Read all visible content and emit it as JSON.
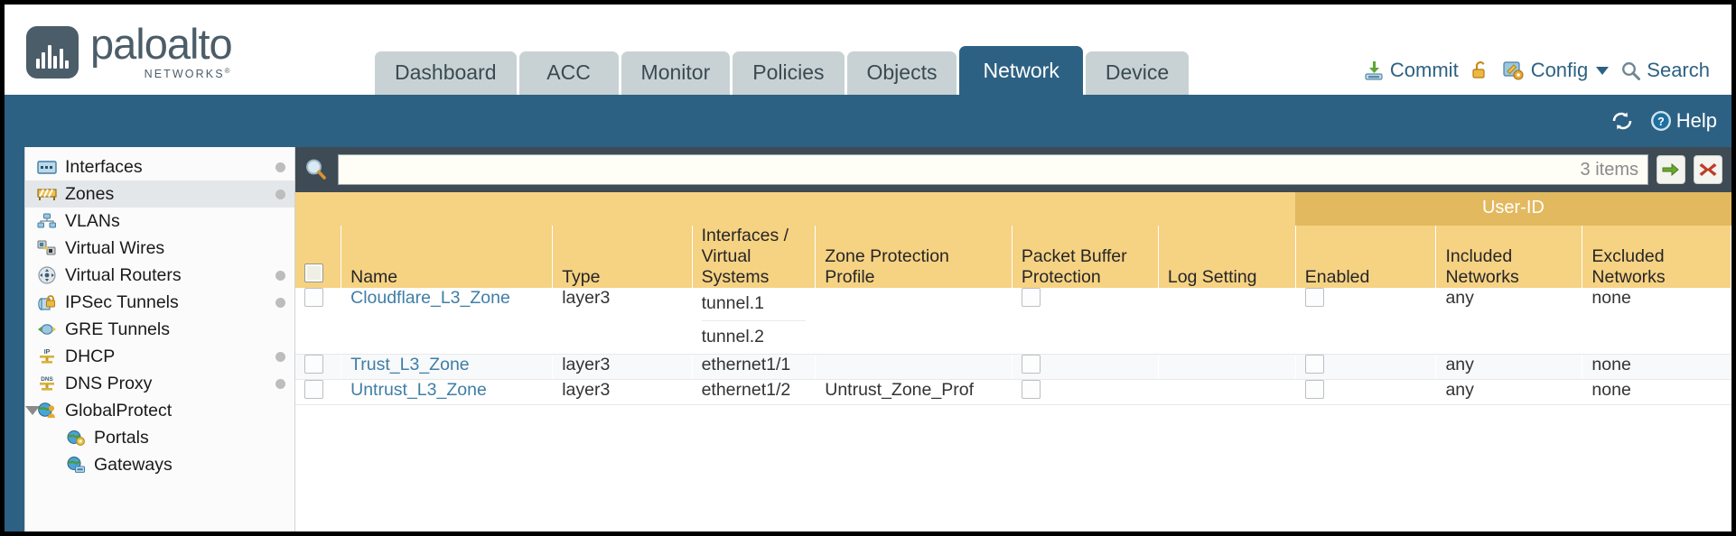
{
  "brand": {
    "name": "paloalto",
    "tagline": "NETWORKS",
    "registered": "®"
  },
  "tabs": [
    {
      "label": "Dashboard",
      "active": false
    },
    {
      "label": "ACC",
      "active": false
    },
    {
      "label": "Monitor",
      "active": false
    },
    {
      "label": "Policies",
      "active": false
    },
    {
      "label": "Objects",
      "active": false
    },
    {
      "label": "Network",
      "active": true
    },
    {
      "label": "Device",
      "active": false
    }
  ],
  "header_actions": {
    "commit": "Commit",
    "lock_icon": "unlock-icon",
    "config": "Config",
    "search": "Search"
  },
  "bluebar": {
    "refresh_icon": "refresh-icon",
    "help": "Help"
  },
  "sidebar": {
    "items": [
      {
        "label": "Interfaces",
        "icon": "interfaces-icon",
        "dot": true,
        "selected": false,
        "child": false,
        "expander": false
      },
      {
        "label": "Zones",
        "icon": "zones-icon",
        "dot": true,
        "selected": true,
        "child": false,
        "expander": false
      },
      {
        "label": "VLANs",
        "icon": "vlans-icon",
        "dot": false,
        "selected": false,
        "child": false,
        "expander": false
      },
      {
        "label": "Virtual Wires",
        "icon": "virtual-wires-icon",
        "dot": false,
        "selected": false,
        "child": false,
        "expander": false
      },
      {
        "label": "Virtual Routers",
        "icon": "virtual-routers-icon",
        "dot": true,
        "selected": false,
        "child": false,
        "expander": false
      },
      {
        "label": "IPSec Tunnels",
        "icon": "ipsec-tunnels-icon",
        "dot": true,
        "selected": false,
        "child": false,
        "expander": false
      },
      {
        "label": "GRE Tunnels",
        "icon": "gre-tunnels-icon",
        "dot": false,
        "selected": false,
        "child": false,
        "expander": false
      },
      {
        "label": "DHCP",
        "icon": "dhcp-icon",
        "dot": true,
        "selected": false,
        "child": false,
        "expander": false
      },
      {
        "label": "DNS Proxy",
        "icon": "dns-proxy-icon",
        "dot": true,
        "selected": false,
        "child": false,
        "expander": false
      },
      {
        "label": "GlobalProtect",
        "icon": "globalprotect-icon",
        "dot": false,
        "selected": false,
        "child": false,
        "expander": true
      },
      {
        "label": "Portals",
        "icon": "portals-icon",
        "dot": false,
        "selected": false,
        "child": true,
        "expander": false
      },
      {
        "label": "Gateways",
        "icon": "gateways-icon",
        "dot": false,
        "selected": false,
        "child": true,
        "expander": false
      }
    ]
  },
  "filterbar": {
    "search_icon": "search-icon",
    "search_value": "",
    "search_placeholder": "",
    "item_count": "3 items",
    "apply_filter_icon": "green-arrow-icon",
    "clear_filter_icon": "red-x-icon"
  },
  "table": {
    "group_header": "User-ID",
    "columns": [
      "Name",
      "Type",
      "Interfaces / Virtual Systems",
      "Zone Protection Profile",
      "Packet Buffer Protection",
      "Log Setting",
      "Enabled",
      "Included Networks",
      "Excluded Networks"
    ],
    "rows": [
      {
        "name": "Cloudflare_L3_Zone",
        "type": "layer3",
        "interfaces": [
          "tunnel.1",
          "tunnel.2"
        ],
        "zone_protection_profile": "",
        "packet_buffer_protection": false,
        "log_setting": "",
        "userid_enabled": false,
        "included_networks": "any",
        "excluded_networks": "none",
        "alt": false
      },
      {
        "name": "Trust_L3_Zone",
        "type": "layer3",
        "interfaces": [
          "ethernet1/1"
        ],
        "zone_protection_profile": "",
        "packet_buffer_protection": false,
        "log_setting": "",
        "userid_enabled": false,
        "included_networks": "any",
        "excluded_networks": "none",
        "alt": true
      },
      {
        "name": "Untrust_L3_Zone",
        "type": "layer3",
        "interfaces": [
          "ethernet1/2"
        ],
        "zone_protection_profile": "Untrust_Zone_Prof",
        "packet_buffer_protection": false,
        "log_setting": "",
        "userid_enabled": false,
        "included_networks": "any",
        "excluded_networks": "none",
        "alt": false
      }
    ]
  },
  "colors": {
    "brand_blue": "#2d6183",
    "tab_inactive": "#c8d2d4",
    "table_header_gold": "#f6d283",
    "group_header_gold": "#e3b95f",
    "filterbar_dark": "#3e4b54",
    "link_blue": "#3f7ea6"
  }
}
